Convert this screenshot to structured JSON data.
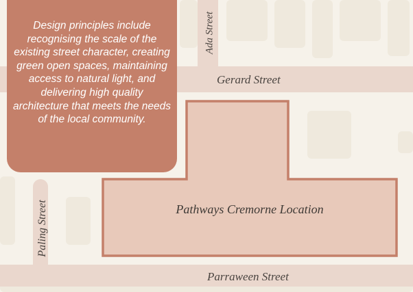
{
  "map": {
    "info_text": "Design principles include recognising the scale of the existing street character, creating green open spaces, maintaining access to natural light, and delivering high quality architecture that meets the needs of the local community.",
    "location_label": "Pathways Cremorne Location",
    "streets": {
      "ada": "Ada Street",
      "gerard": "Gerard Street",
      "paling": "Paling Street",
      "parraween": "Parraween Street"
    },
    "colors": {
      "background": "#f6f2ea",
      "building": "#efe9dd",
      "street": "#ead7cd",
      "location_fill": "#e8c9ba",
      "location_outline": "#c4806a",
      "info_box": "#c4806a"
    }
  }
}
